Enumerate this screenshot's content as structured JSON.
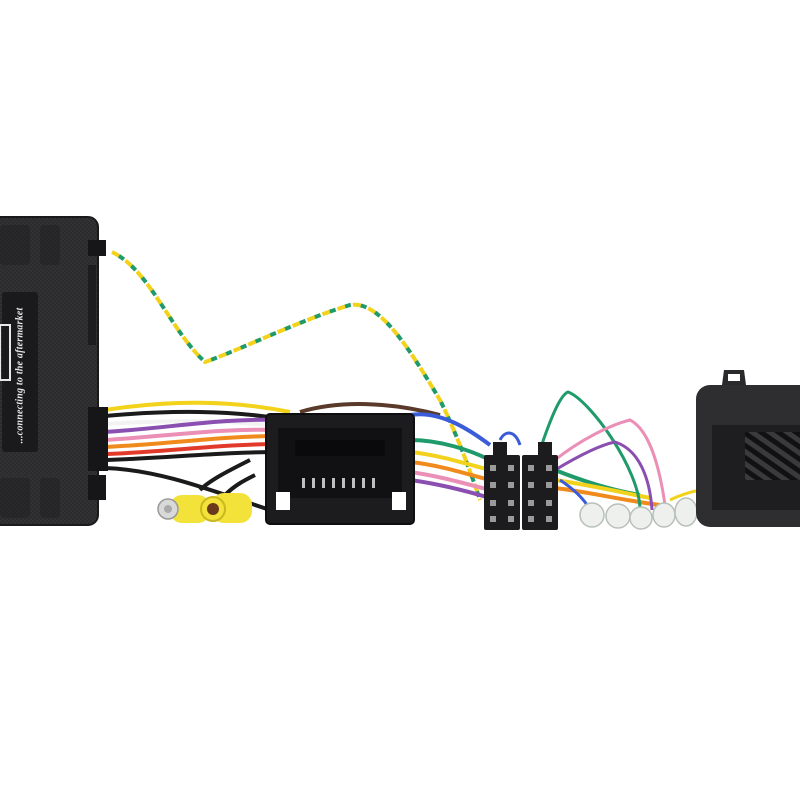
{
  "image": {
    "description": "Steering wheel control interface harness kit with module, multi-pin vehicle connector, ISO connectors, RCA sockets, speaker connectors and buzzer unit",
    "background": "#ffffff"
  },
  "interface_module": {
    "slogan": "...connecting to the aftermarket",
    "body_color": "#2a2a2c",
    "label_color": "#1a1a1c"
  },
  "components": {
    "vehicle_connector": "multi-pin vehicle harness connector",
    "iso_connectors": [
      "ISO power connector",
      "ISO speaker connector"
    ],
    "rca_sockets": [
      "RCA plug",
      "RCA socket"
    ],
    "bullet_connectors_count": 5,
    "buzzer_unit": "chime/buzzer speaker module"
  },
  "wire_colors": {
    "yellow": "#f2d21b",
    "green": "#1f9a6a",
    "black": "#1b1b1b",
    "brown": "#5a3a2a",
    "purple": "#8a4fb0",
    "pink": "#ec8fb6",
    "orange": "#f08a1c",
    "red": "#e23a2a",
    "blue": "#3a5cd8",
    "white": "#f2f2f2",
    "rca_yellow": "#f3e23a"
  }
}
